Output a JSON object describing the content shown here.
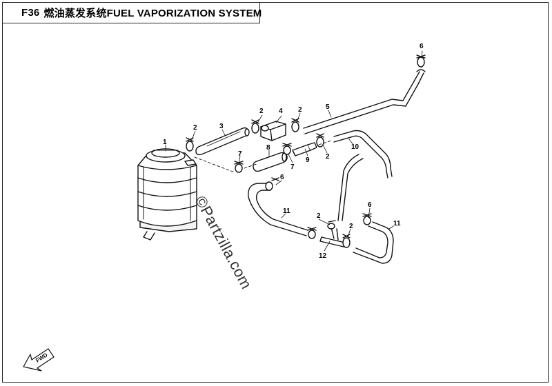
{
  "header": {
    "code": "F36",
    "title": "燃油蒸发系统FUEL VAPORIZATION  SYSTEM"
  },
  "watermark": "©Partzilla.com",
  "direction_label": "FWD",
  "callouts": {
    "c1": "1",
    "c2a": "2",
    "c2b": "2",
    "c2c": "2",
    "c2d": "2",
    "c2e": "2",
    "c2f": "2",
    "c3": "3",
    "c4": "4",
    "c5": "5",
    "c6a": "6",
    "c6b": "6",
    "c6c": "6",
    "c7a": "7",
    "c7b": "7",
    "c8": "8",
    "c9": "9",
    "c10": "10",
    "c11a": "11",
    "c11b": "11",
    "c12": "12"
  }
}
